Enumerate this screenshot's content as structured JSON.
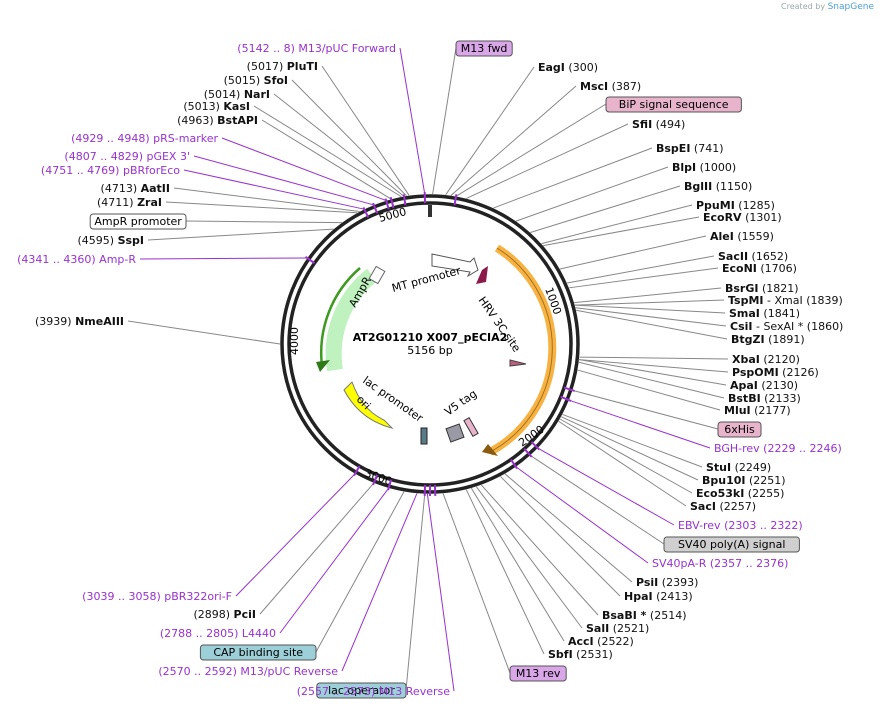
{
  "credit": {
    "prefix": "Created by",
    "brand": "SnapGene"
  },
  "plasmid": {
    "name": "AT2G01210 X007_pECIA2",
    "length": "5156 bp"
  },
  "ring_ticks": [
    "1000",
    "2000",
    "3000",
    "4000",
    "5000"
  ],
  "features": {
    "mt_promoter": "MT promoter",
    "hrv_site": "HRV 3C site",
    "v5_tag": "V5 tag",
    "lac_promoter": "lac promoter",
    "ori": "ori",
    "ampr": "AmpR"
  },
  "left_labels": [
    {
      "pos": "(5142 .. 8)",
      "name": "M13/pUC Forward",
      "color": "purple"
    },
    {
      "pos": "(5017)",
      "name": "PluTI",
      "color": "dark"
    },
    {
      "pos": "(5015)",
      "name": "SfoI",
      "color": "dark"
    },
    {
      "pos": "(5014)",
      "name": "NarI",
      "color": "dark"
    },
    {
      "pos": "(5013)",
      "name": "KasI",
      "color": "dark"
    },
    {
      "pos": "(4963)",
      "name": "BstAPI",
      "color": "dark"
    },
    {
      "pos": "(4929 .. 4948)",
      "name": "pRS-marker",
      "color": "purple"
    },
    {
      "pos": "(4807 .. 4829)",
      "name": "pGEX 3'",
      "color": "purple"
    },
    {
      "pos": "(4751 .. 4769)",
      "name": "pBRforEco",
      "color": "purple"
    },
    {
      "pos": "(4713)",
      "name": "AatII",
      "color": "dark"
    },
    {
      "pos": "(4711)",
      "name": "ZraI",
      "color": "dark"
    },
    {
      "pos": "",
      "name": "AmpR promoter",
      "color": "box"
    },
    {
      "pos": "(4595)",
      "name": "SspI",
      "color": "dark"
    },
    {
      "pos": "(4341 .. 4360)",
      "name": "Amp-R",
      "color": "purple"
    },
    {
      "pos": "(3939)",
      "name": "NmeAIII",
      "color": "dark"
    },
    {
      "pos": "(3039 .. 3058)",
      "name": "pBR322ori-F",
      "color": "purple"
    },
    {
      "pos": "(2898)",
      "name": "PciI",
      "color": "dark"
    },
    {
      "pos": "(2788 .. 2805)",
      "name": "L4440",
      "color": "purple"
    },
    {
      "pos": "",
      "name": "CAP binding site",
      "color": "box"
    },
    {
      "pos": "(2570 .. 2592)",
      "name": "M13/pUC Reverse",
      "color": "purple"
    },
    {
      "pos": "",
      "name": "lac operator",
      "color": "box"
    },
    {
      "pos": "(2557 .. 2573)",
      "name": "M13 Reverse",
      "color": "purple"
    }
  ],
  "right_labels": [
    {
      "name": "M13 fwd",
      "pos": "",
      "color": "box"
    },
    {
      "name": "EagI",
      "pos": "(300)",
      "color": "dark"
    },
    {
      "name": "MscI",
      "pos": "(387)",
      "color": "dark"
    },
    {
      "name": "BiP signal sequence",
      "pos": "",
      "color": "box"
    },
    {
      "name": "SfiI",
      "pos": "(494)",
      "color": "dark"
    },
    {
      "name": "BspEI",
      "pos": "(741)",
      "color": "dark"
    },
    {
      "name": "BlpI",
      "pos": "(1000)",
      "color": "dark"
    },
    {
      "name": "BglII",
      "pos": "(1150)",
      "color": "dark"
    },
    {
      "name": "PpuMI",
      "pos": "(1285)",
      "color": "dark"
    },
    {
      "name": "EcoRV",
      "pos": "(1301)",
      "color": "dark"
    },
    {
      "name": "AleI",
      "pos": "(1559)",
      "color": "dark"
    },
    {
      "name": "SacII",
      "pos": "(1652)",
      "color": "dark"
    },
    {
      "name": "EcoNI",
      "pos": "(1706)",
      "color": "dark"
    },
    {
      "name": "BsrGI",
      "pos": "(1821)",
      "color": "dark"
    },
    {
      "name": "TspMI",
      "pos": "- XmaI (1839)",
      "color": "dark"
    },
    {
      "name": "SmaI",
      "pos": "(1841)",
      "color": "dark"
    },
    {
      "name": "CsiI",
      "pos": "- SexAI * (1860)",
      "color": "dark"
    },
    {
      "name": "BtgZI",
      "pos": "(1891)",
      "color": "dark"
    },
    {
      "name": "XbaI",
      "pos": "(2120)",
      "color": "dark"
    },
    {
      "name": "PspOMI",
      "pos": "(2126)",
      "color": "dark"
    },
    {
      "name": "ApaI",
      "pos": "(2130)",
      "color": "dark"
    },
    {
      "name": "BstBI",
      "pos": "(2133)",
      "color": "dark"
    },
    {
      "name": "MluI",
      "pos": "(2177)",
      "color": "dark"
    },
    {
      "name": "6xHis",
      "pos": "",
      "color": "box"
    },
    {
      "name": "BGH-rev",
      "pos": "(2229 .. 2246)",
      "color": "purple"
    },
    {
      "name": "StuI",
      "pos": "(2249)",
      "color": "dark"
    },
    {
      "name": "Bpu10I",
      "pos": "(2251)",
      "color": "dark"
    },
    {
      "name": "Eco53kI",
      "pos": "(2255)",
      "color": "dark"
    },
    {
      "name": "SacI",
      "pos": "(2257)",
      "color": "dark"
    },
    {
      "name": "EBV-rev",
      "pos": "(2303 .. 2322)",
      "color": "purple"
    },
    {
      "name": "SV40 poly(A) signal",
      "pos": "",
      "color": "box"
    },
    {
      "name": "SV40pA-R",
      "pos": "(2357 .. 2376)",
      "color": "purple"
    },
    {
      "name": "PsiI",
      "pos": "(2393)",
      "color": "dark"
    },
    {
      "name": "HpaI",
      "pos": "(2413)",
      "color": "dark"
    },
    {
      "name": "BsaBI *",
      "pos": "(2514)",
      "color": "dark"
    },
    {
      "name": "SalI",
      "pos": "(2521)",
      "color": "dark"
    },
    {
      "name": "AccI",
      "pos": "(2522)",
      "color": "dark"
    },
    {
      "name": "SbfI",
      "pos": "(2531)",
      "color": "dark"
    },
    {
      "name": "M13 rev",
      "pos": "",
      "color": "box"
    }
  ],
  "colors": {
    "purple": "#9932cc",
    "ring": "#222222",
    "orange": "#f5a623",
    "green": "#66cc66",
    "yellow": "#ffff00",
    "box_gray": "#cfcfcf",
    "box_pink": "#e8b4cb",
    "box_teal": "#9ccfd8",
    "box_purple": "#d9a6e8"
  }
}
